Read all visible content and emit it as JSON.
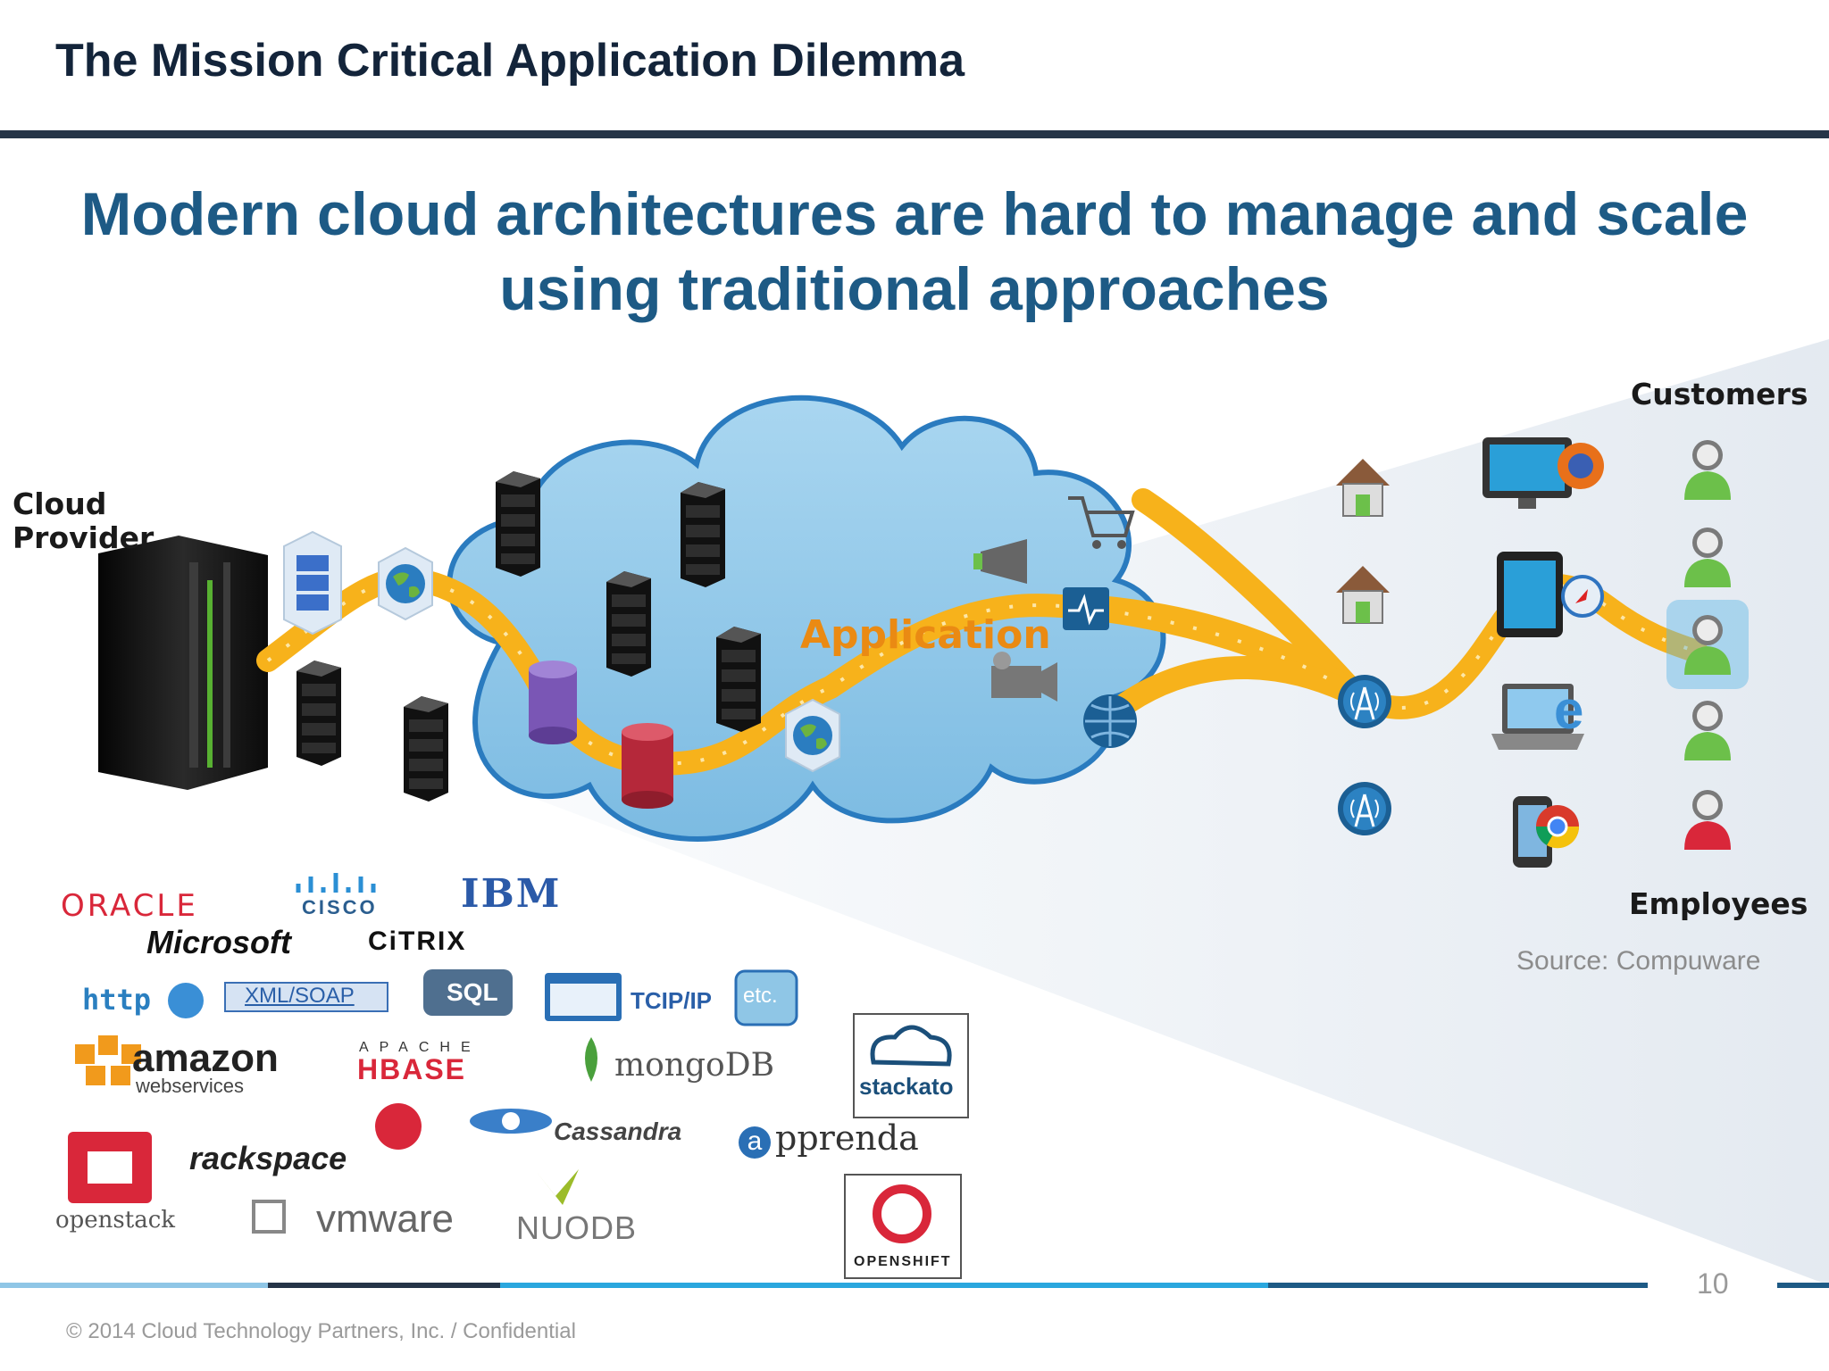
{
  "slide": {
    "title": "The Mission Critical Application Dilemma",
    "headline_line1": "Modern cloud architectures are hard to manage and scale",
    "headline_line2": "using traditional approaches"
  },
  "diagram": {
    "cloud_provider_line1": "Cloud",
    "cloud_provider_line2": "Provider",
    "application_label": "Application",
    "customers_label": "Customers",
    "employees_label": "Employees",
    "source": "Source: Compuware"
  },
  "logos": {
    "oracle": "ORACLE",
    "cisco": "CISCO",
    "ibm": "IBM",
    "microsoft": "Microsoft",
    "citrix": "CiTRIX",
    "http": "http",
    "xml_soap": "XML/SOAP",
    "sql": "SQL",
    "tcpip": "TCIP/IP",
    "etc": "etc.",
    "amazon": "amazon",
    "amazon_sub": "webservices",
    "hbase_top": "APACHE",
    "hbase": "HBASE",
    "mongodb": "mongoDB",
    "stackato": "stackato",
    "cassandra": "Cassandra",
    "apprenda": "pprenda",
    "apprenda_a": "a",
    "rackspace": "rackspace",
    "openstack": "openstack",
    "vmware": "vmware",
    "nuodb": "NUODB",
    "openshift": "OPENSHIFT"
  },
  "footer": {
    "copyright": "© 2014 Cloud Technology Partners, Inc.  /  Confidential",
    "page_number": "10"
  },
  "colors": {
    "title": "#13243a",
    "headline": "#1d5a85",
    "application_text": "#ea8a13",
    "flow_path": "#f7b21b",
    "cloud_fill": "#8fc6e6",
    "customer_green": "#6cc04a",
    "employee_red": "#d9273a"
  }
}
